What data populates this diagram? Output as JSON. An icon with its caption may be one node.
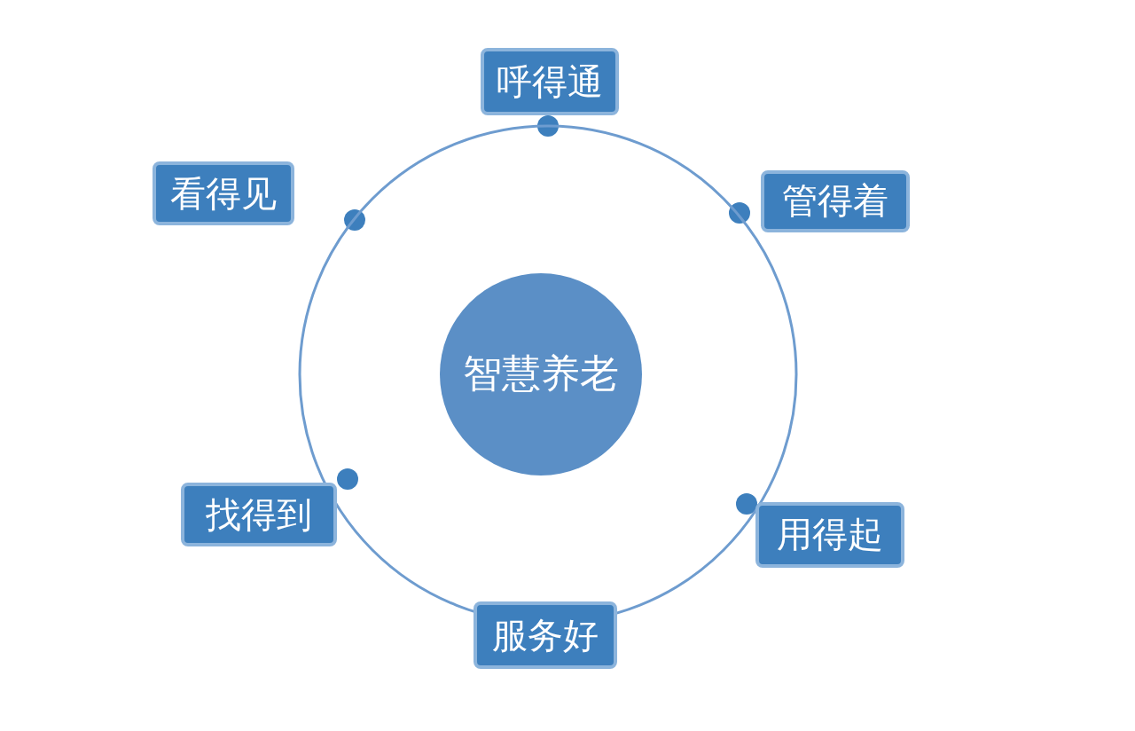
{
  "diagram": {
    "nodes": [
      {
        "text": [],
        "shape": "circle"
      },
      {
        "text": [
          "智慧养老"
        ],
        "in": 0
      },
      {
        "text": [
          "呼得通"
        ]
      },
      {
        "text": [
          "看得见"
        ]
      },
      {
        "text": [
          "管得着"
        ]
      },
      {
        "text": [
          "找得到"
        ]
      },
      {
        "text": [
          "用得起"
        ]
      },
      {
        "text": [
          "服务好"
        ]
      }
    ]
  }
}
